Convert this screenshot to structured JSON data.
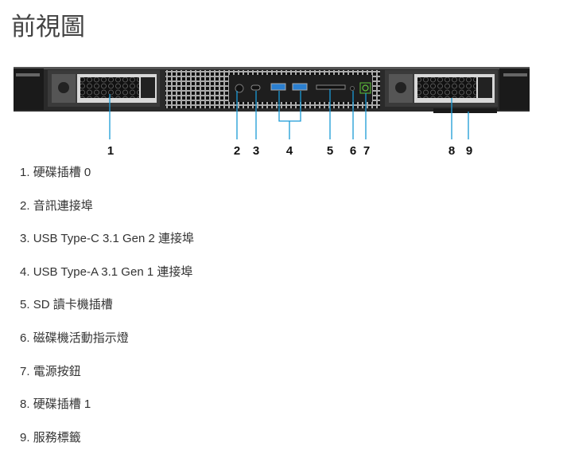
{
  "title": "前視圖",
  "callouts": [
    "1",
    "2",
    "3",
    "4",
    "5",
    "6",
    "7",
    "8",
    "9"
  ],
  "colors": {
    "callout_line": "#1a9ad6",
    "usb_blue": "#2a7fd0",
    "power_green": "#5ec43a"
  },
  "items": [
    {
      "num": "1.",
      "label": "硬碟插槽 0"
    },
    {
      "num": "2.",
      "label": "音訊連接埠"
    },
    {
      "num": "3.",
      "label": "USB Type-C 3.1 Gen 2 連接埠"
    },
    {
      "num": "4.",
      "label": "USB Type-A 3.1 Gen 1 連接埠"
    },
    {
      "num": "5.",
      "label": "SD 讀卡機插槽"
    },
    {
      "num": "6.",
      "label": "磁碟機活動指示燈"
    },
    {
      "num": "7.",
      "label": "電源按鈕"
    },
    {
      "num": "8.",
      "label": "硬碟插槽 1"
    },
    {
      "num": "9.",
      "label": "服務標籤"
    }
  ]
}
